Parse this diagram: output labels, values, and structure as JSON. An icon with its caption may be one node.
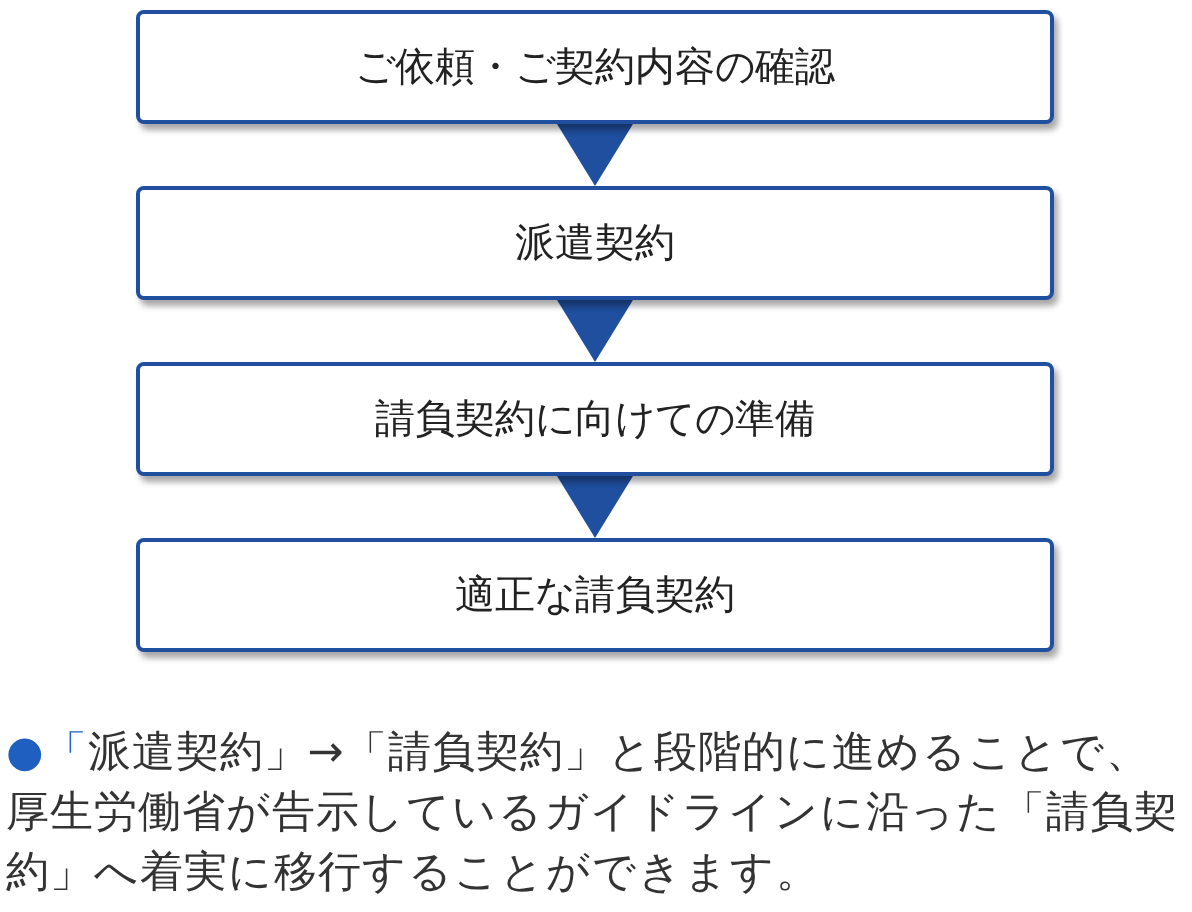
{
  "diagram": {
    "nodes": [
      {
        "text": [
          "ご依頼・ご契約内容の確認"
        ]
      },
      {
        "text": [
          "派遣契約"
        ]
      },
      {
        "text": [
          "請負契約に向けての準備"
        ]
      },
      {
        "text": [
          "適正な請負契約"
        ]
      }
    ],
    "edges": [
      {
        "from": 0,
        "to": 1,
        "arrow": "to"
      },
      {
        "from": 1,
        "to": 2,
        "arrow": "to"
      },
      {
        "from": 2,
        "to": 3,
        "arrow": "to"
      }
    ],
    "labels": [
      "●「派遣契約」→「請負契約」と段階的に進めることで、厚生労働省が告示しているガイドラインに沿った「請負契約」へ着実に移行することができます。"
    ]
  }
}
